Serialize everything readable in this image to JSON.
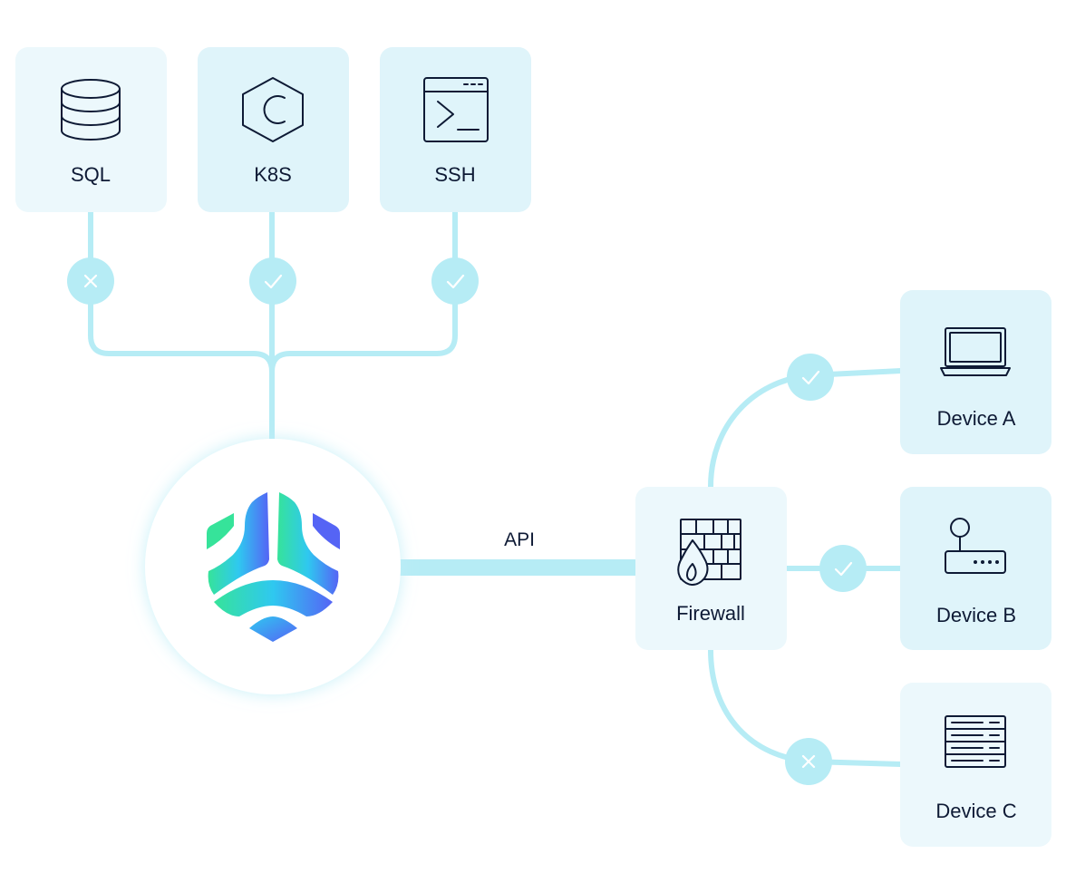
{
  "colors": {
    "link": "#b6ecf5",
    "card_light": "#ecf8fc",
    "card_medium": "#dff4fa",
    "text": "#0e1a35",
    "status_circle": "#b6ecf5",
    "logo_gradient": [
      "#36e39a",
      "#2fc8f0",
      "#5564f5"
    ]
  },
  "protocols": [
    {
      "label": "SQL",
      "icon": "database-icon",
      "status": "denied"
    },
    {
      "label": "K8S",
      "icon": "kubernetes-icon",
      "status": "allowed"
    },
    {
      "label": "SSH",
      "icon": "terminal-icon",
      "status": "allowed"
    }
  ],
  "hub": {
    "icon": "logo-icon"
  },
  "connection": {
    "label": "API"
  },
  "firewall": {
    "label": "Firewall",
    "icon": "firewall-icon"
  },
  "devices": [
    {
      "label": "Device A",
      "icon": "laptop-icon",
      "status": "allowed"
    },
    {
      "label": "Device B",
      "icon": "router-icon",
      "status": "allowed"
    },
    {
      "label": "Device C",
      "icon": "server-icon",
      "status": "denied"
    }
  ]
}
